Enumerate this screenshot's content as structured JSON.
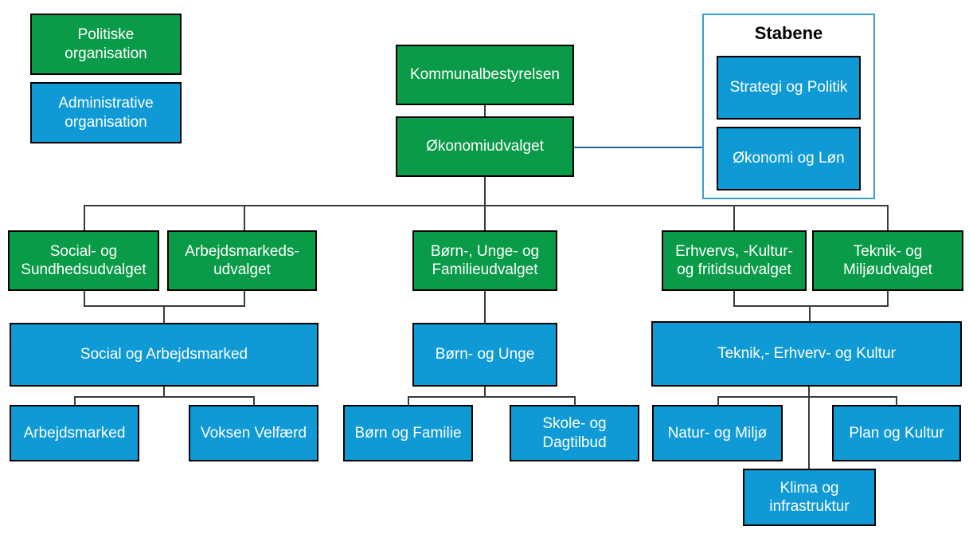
{
  "diagram": {
    "legend": {
      "politiske": "Politiske organisation",
      "administrative": "Administrative organisation"
    },
    "top": {
      "kommunalbestyrelsen": "Kommunalbestyrelsen",
      "okonomiudvalget": "Økonomiudvalget"
    },
    "stabene": {
      "title": "Stabene",
      "strategi_politik": "Strategi og Politik",
      "okonomi_lon": "Økonomi og Løn"
    },
    "committees": {
      "social_sundhed": "Social- og Sundhedsudvalget",
      "arbejdsmarked": "Arbejdsmarkeds-udvalget",
      "born_unge_familie": "Børn-, Unge- og Familieudvalget",
      "erhverv_kultur_fritid": "Erhvervs, -Kultur- og fritidsudvalget",
      "teknik_miljo": "Teknik- og Miljøudvalget"
    },
    "departments": {
      "social_arbejdsmarked": "Social og Arbejdsmarked",
      "born_unge": "Børn- og Unge",
      "teknik_erhverv_kultur": "Teknik,- Erhverv- og Kultur"
    },
    "units": {
      "arbejdsmarked": "Arbejdsmarked",
      "voksen_velfaerd": "Voksen Velfærd",
      "born_familie": "Børn og Familie",
      "skole_dagtilbud": "Skole- og Dagtilbud",
      "natur_miljo": "Natur- og Miljø",
      "plan_kultur": "Plan og Kultur",
      "klima_infrastruktur": "Klima og infrastruktur"
    },
    "colors": {
      "political_green": "#0a9b48",
      "administrative_blue": "#0f9ad6",
      "connector": "#3a3a3a",
      "stabene_border": "#3b9bd9",
      "stabene_link": "#1d6398"
    }
  }
}
